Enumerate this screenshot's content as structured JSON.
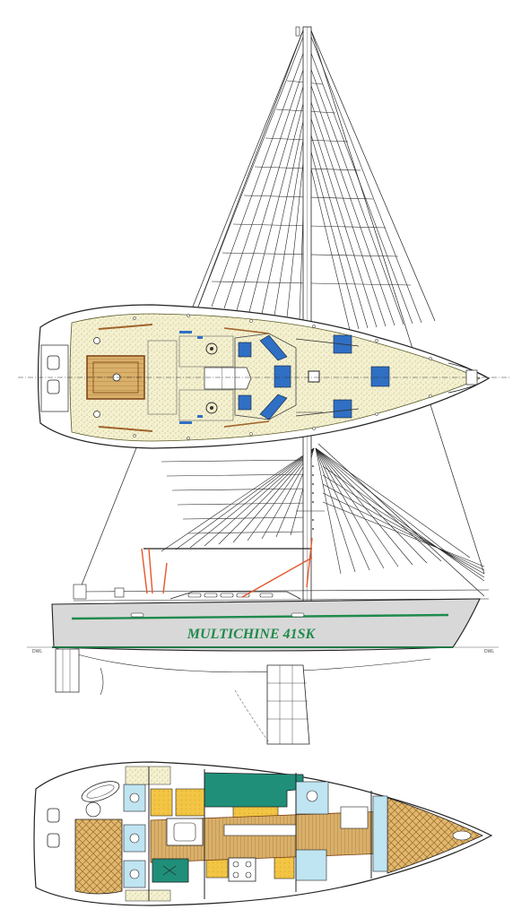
{
  "profile": {
    "hull_name": "MULTICHINE 41SK",
    "dwl_left": "DWL",
    "dwl_right": "DWL"
  },
  "colors": {
    "deck": "#f4f1d2",
    "deck_speckle": "#d9d29a",
    "hatch_blue": "#2f6fc4",
    "hull_grey": "#d8d8d8",
    "boot_stripe": "#1f8a4c",
    "teak": "#d8b06a",
    "teak_dark": "#a0632a",
    "cushion_yellow": "#f2c544",
    "settee_green": "#1f8f7a",
    "wet_blue": "#bfe4f2",
    "rigging_orange": "#e8552b"
  },
  "icons": [
    "sail-plan-rigging-icon",
    "deck-hatch-icon",
    "winch-icon",
    "dinghy-icon",
    "galley-stove-icon",
    "chart-table-icon",
    "head-toilet-icon"
  ]
}
